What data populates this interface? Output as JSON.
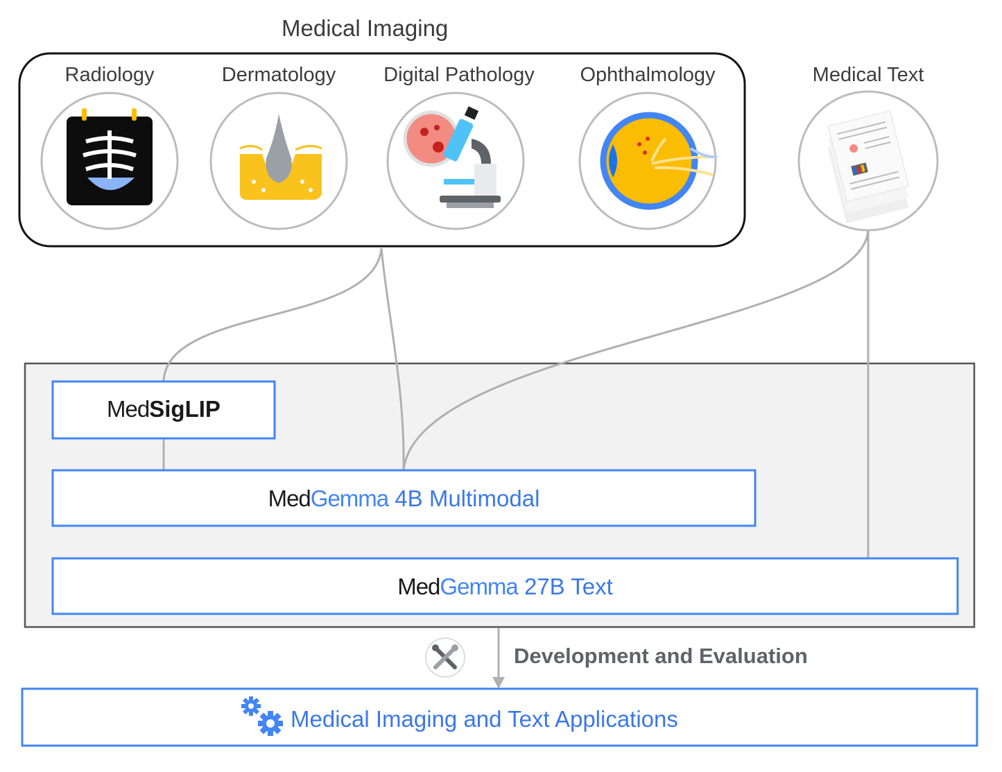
{
  "diagram": {
    "medical_imaging_title": "Medical Imaging",
    "categories": [
      {
        "label": "Radiology",
        "icon": "xray-icon"
      },
      {
        "label": "Dermatology",
        "icon": "skin-layer-icon"
      },
      {
        "label": "Digital Pathology",
        "icon": "microscope-icon"
      },
      {
        "label": "Ophthalmology",
        "icon": "eye-icon"
      }
    ],
    "medical_text": {
      "label": "Medical Text",
      "icon": "documents-icon"
    },
    "models": {
      "siglip": {
        "prefix": "Med",
        "name": "SigLIP"
      },
      "multimodal": {
        "prefix": "Med",
        "brand": "Gemma",
        "suffix": "4B Multimodal"
      },
      "text": {
        "prefix": "Med",
        "brand": "Gemma",
        "suffix": "27B Text"
      }
    },
    "development_label": "Development and Evaluation",
    "applications_label": "Medical Imaging and Text Applications",
    "colors": {
      "accent_blue": "#4285f4",
      "connector_gray": "#b0b0b0",
      "panel_gray": "#f2f2f2"
    }
  }
}
